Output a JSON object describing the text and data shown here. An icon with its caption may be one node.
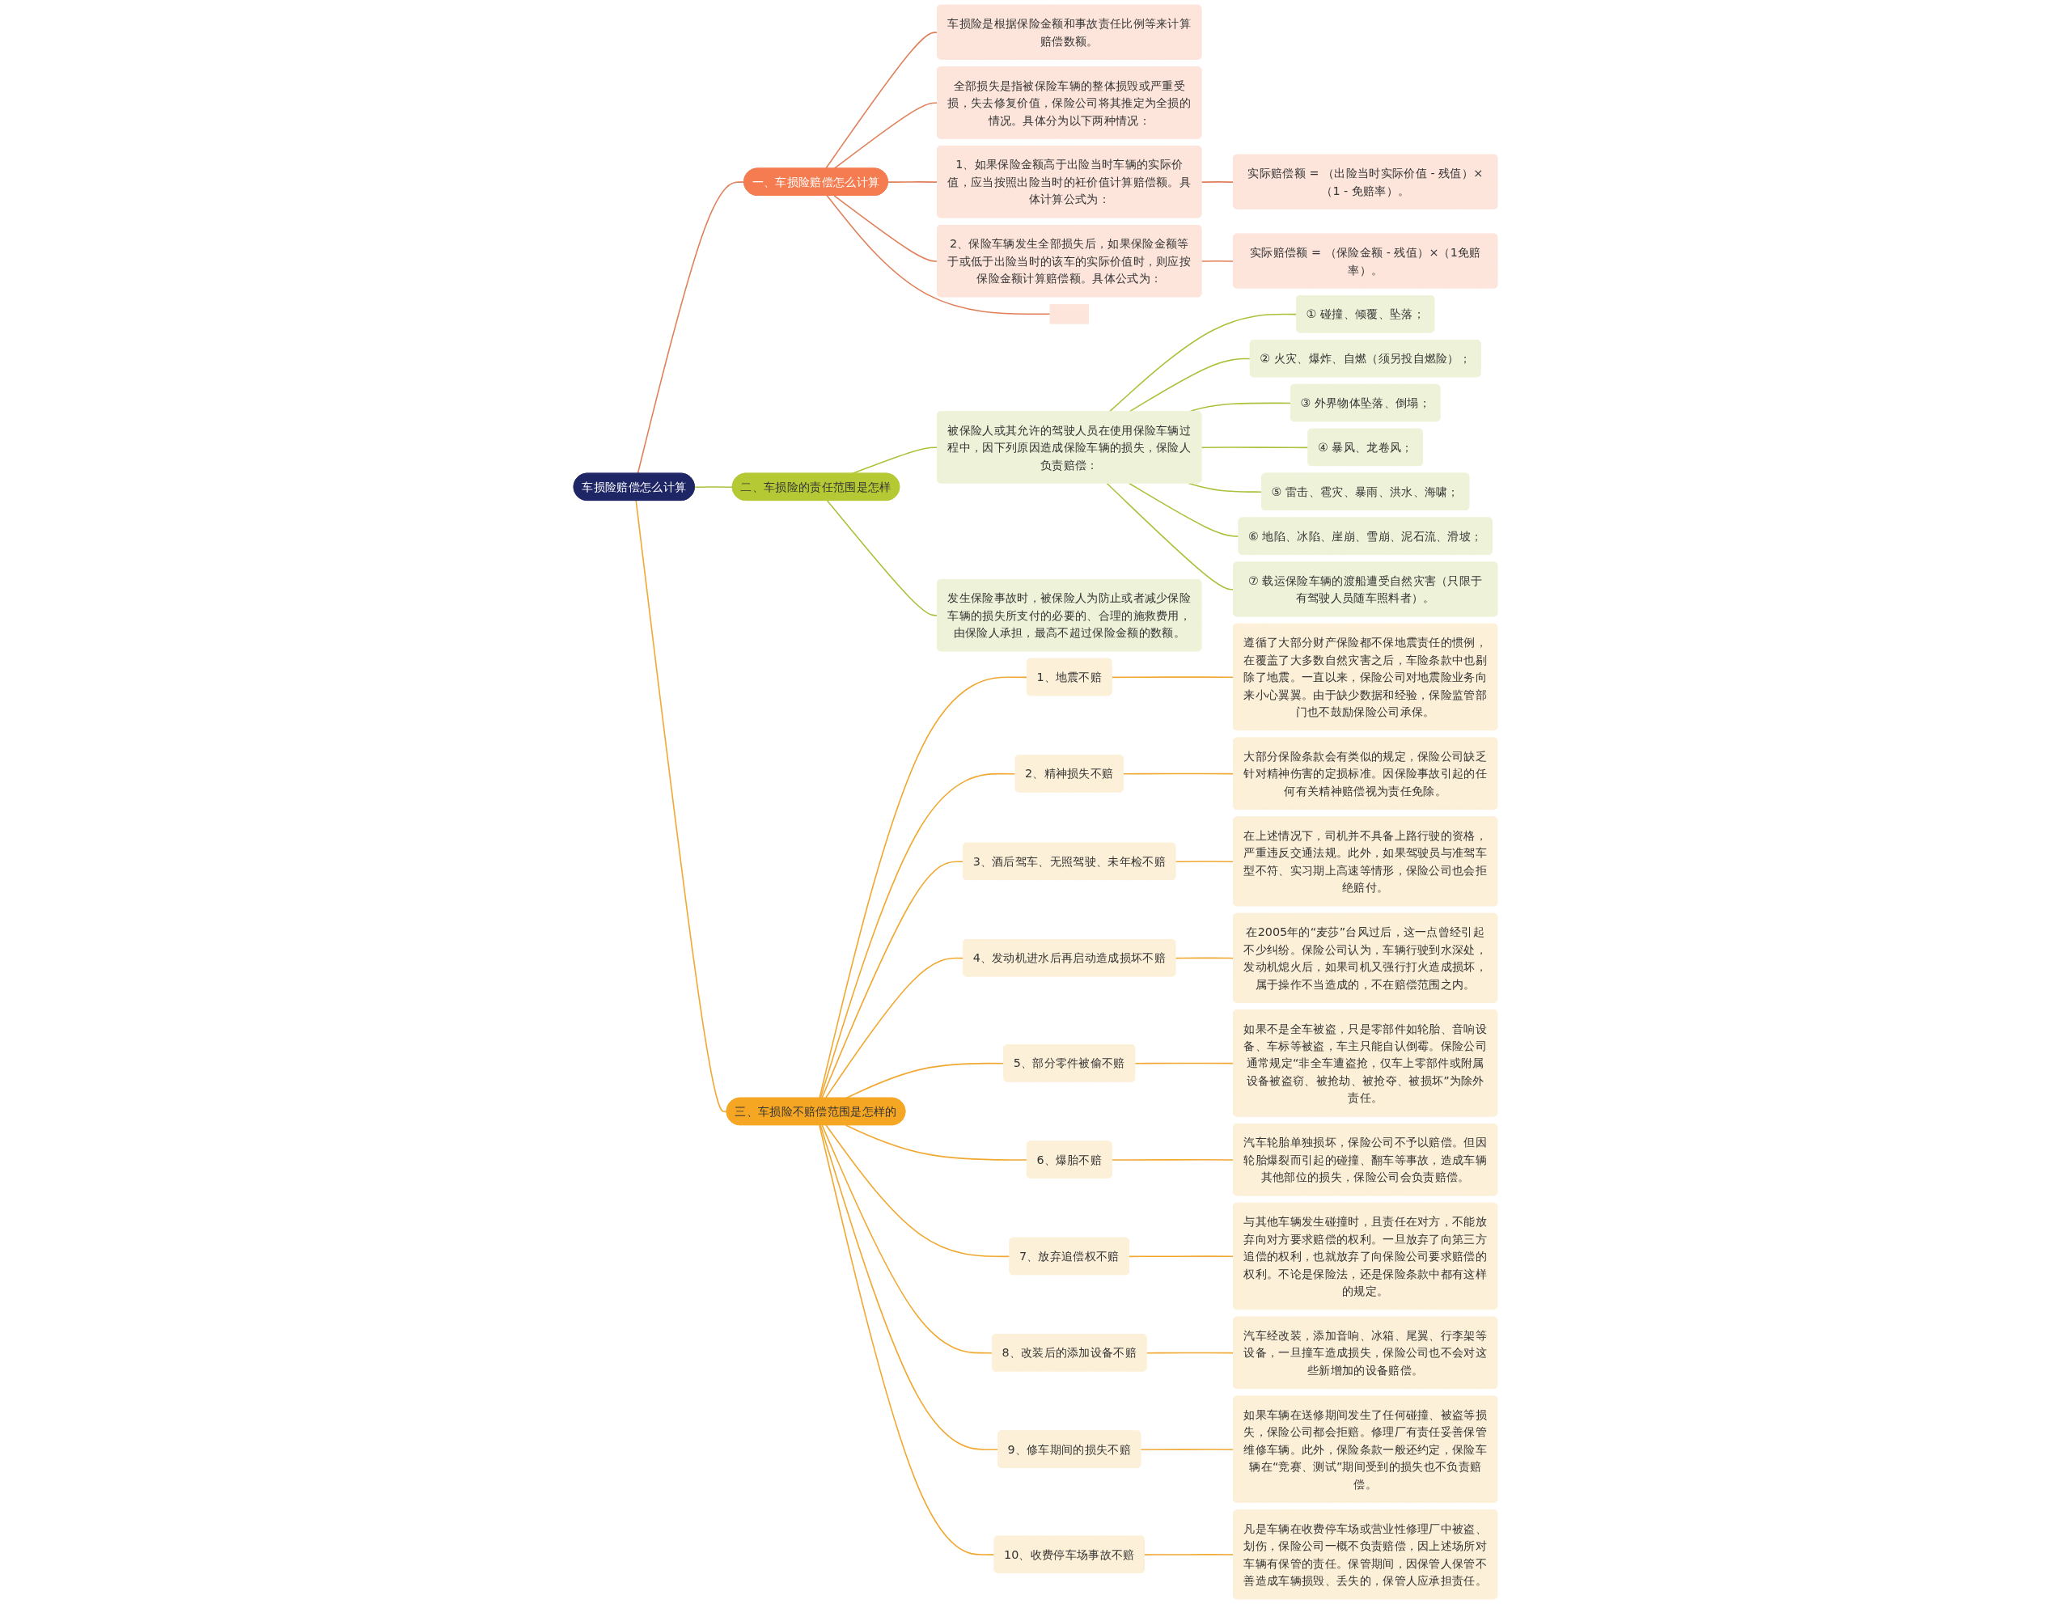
{
  "diagram": {
    "nodes": [
      {
        "text": [
          "车损险赔偿怎么计算"
        ]
      },
      {
        "text": [
          "一、车损险赔偿怎么计算"
        ]
      },
      {
        "text": [
          "车损险是根据保险金额和事故责任比例等来计算赔偿数额。"
        ]
      },
      {
        "text": [
          "全部损失是指被保险车辆的整体损毁或严重受损，失去修复价值，保险公司将其推定为全损的情况。具体分为以下两种情况："
        ]
      },
      {
        "text": [
          "1、如果保险金额高于出险当时车辆的实际价值，应当按照出险当时的衽价值计算赔偿额。具体计算公式为："
        ]
      },
      {
        "text": [
          "实际赔偿额 = （出险当时实际价值 - 残值）×（1 - 免赔率）。"
        ]
      },
      {
        "text": [
          "2、保险车辆发生全部损失后，如果保险金额等于或低于出险当时的该车的实际价值时，则应按保险金额计算赔偿额。具体公式为："
        ]
      },
      {
        "text": [
          "实际赔偿额 = （保险金额 - 残值）×（1免赔率）。"
        ]
      },
      {
        "text": [],
        "shape": "box"
      },
      {
        "text": [
          "二、车损险的责任范围是怎样"
        ]
      },
      {
        "text": [
          "被保险人或其允许的驾驶人员在使用保险车辆过程中，因下列原因造成保险车辆的损失，保险人负责赔偿："
        ]
      },
      {
        "text": [
          "① 碰撞、倾覆、坠落；"
        ]
      },
      {
        "text": [
          "② 火灾、爆炸、自燃（须另投自燃险）；"
        ]
      },
      {
        "text": [
          "③ 外界物体坠落、倒塌；"
        ]
      },
      {
        "text": [
          "④ 暴风、龙卷风；"
        ]
      },
      {
        "text": [
          "⑤ 雷击、雹灾、暴雨、洪水、海啸；"
        ]
      },
      {
        "text": [
          "⑥ 地陷、冰陷、崖崩、雪崩、泥石流、滑坡；"
        ]
      },
      {
        "text": [
          "⑦ 载运保险车辆的渡船遭受自然灾害（只限于有驾驶人员随车照料者）。"
        ]
      },
      {
        "text": [
          "发生保险事故时，被保险人为防止或者减少保险车辆的损失所支付的必要的、合理的施救费用，由保险人承担，最高不超过保险金额的数额。"
        ]
      },
      {
        "text": [
          "三、车损险不赔偿范围是怎样的"
        ]
      },
      {
        "text": [
          "1、地震不赔"
        ]
      },
      {
        "text": [
          "遵循了大部分财产保险都不保地震责任的惯例，在覆盖了大多数自然灾害之后，车险条款中也剔除了地震。一直以来，保险公司对地震险业务向来小心翼翼。由于缺少数据和经验，保险监管部门也不鼓励保险公司承保。"
        ]
      },
      {
        "text": [
          "2、精神损失不赔"
        ]
      },
      {
        "text": [
          "大部分保险条款会有类似的规定，保险公司缺乏针对精神伤害的定损标准。因保险事故引起的任何有关精神赔偿视为责任免除。"
        ]
      },
      {
        "text": [
          "3、酒后驾车、无照驾驶、未年检不赔"
        ]
      },
      {
        "text": [
          "在上述情况下，司机并不具备上路行驶的资格，严重违反交通法规。此外，如果驾驶员与准驾车型不符、实习期上高速等情形，保险公司也会拒绝赔付。"
        ]
      },
      {
        "text": [
          "4、发动机进水后再启动造成损坏不赔"
        ]
      },
      {
        "text": [
          "在2005年的“麦莎”台风过后，这一点曾经引起不少纠纷。保险公司认为，车辆行驶到水深处，发动机熄火后，如果司机又强行打火造成损坏，属于操作不当造成的，不在赔偿范围之内。"
        ]
      },
      {
        "text": [
          "5、部分零件被偷不赔"
        ]
      },
      {
        "text": [
          "如果不是全车被盗，只是零部件如轮胎、音响设备、车标等被盗，车主只能自认倒霉。保险公司通常规定“非全车遭盗抢，仅车上零部件或附属设备被盗窃、被抢劫、被抢夺、被损坏”为除外责任。"
        ]
      },
      {
        "text": [
          "6、爆胎不赔"
        ]
      },
      {
        "text": [
          "汽车轮胎单独损坏，保险公司不予以赔偿。但因轮胎爆裂而引起的碰撞、翻车等事故，造成车辆其他部位的损失，保险公司会负责赔偿。"
        ]
      },
      {
        "text": [
          "7、放弃追偿权不赔"
        ]
      },
      {
        "text": [
          "与其他车辆发生碰撞时，且责任在对方，不能放弃向对方要求赔偿的权利。一旦放弃了向第三方追偿的权利，也就放弃了向保险公司要求赔偿的权利。不论是保险法，还是保险条款中都有这样的规定。"
        ]
      },
      {
        "text": [
          "8、改装后的添加设备不赔"
        ]
      },
      {
        "text": [
          "汽车经改装，添加音响、冰箱、尾翼、行李架等设备，一旦撞车造成损失，保险公司也不会对这些新增加的设备赔偿。"
        ]
      },
      {
        "text": [
          "9、修车期间的损失不赔"
        ]
      },
      {
        "text": [
          "如果车辆在送修期间发生了任何碰撞、被盗等损失，保险公司都会拒赔。修理厂有责任妥善保管维修车辆。此外，保险条款一般还约定，保险车辆在“竞赛、测试”期间受到的损失也不负责赔偿。"
        ]
      },
      {
        "text": [
          "10、收费停车场事故不赔"
        ]
      },
      {
        "text": [
          "凡是车辆在收费停车场或营业性修理厂中被盗、划伤，保险公司一概不负责赔偿，因上述场所对车辆有保管的责任。保管期间，因保管人保管不善造成车辆损毁、丢失的，保管人应承担责任。"
        ]
      }
    ],
    "edges": [
      {
        "from": 0,
        "to": 1,
        "arrow": "none",
        "color": "#e0805a"
      },
      {
        "from": 1,
        "to": 2,
        "arrow": "none",
        "color": "#e0805a"
      },
      {
        "from": 1,
        "to": 3,
        "arrow": "none",
        "color": "#e0805a"
      },
      {
        "from": 1,
        "to": 4,
        "arrow": "none",
        "color": "#e0805a"
      },
      {
        "from": 4,
        "to": 5,
        "arrow": "none",
        "color": "#e0805a"
      },
      {
        "from": 1,
        "to": 6,
        "arrow": "none",
        "color": "#e0805a"
      },
      {
        "from": 6,
        "to": 7,
        "arrow": "none",
        "color": "#e0805a"
      },
      {
        "from": 1,
        "to": 8,
        "arrow": "none",
        "color": "#e0805a"
      },
      {
        "from": 0,
        "to": 9,
        "arrow": "none",
        "color": "#a9c23a"
      },
      {
        "from": 9,
        "to": 10,
        "arrow": "none",
        "color": "#a9c23a"
      },
      {
        "from": 10,
        "to": 11,
        "arrow": "none",
        "color": "#a9c23a"
      },
      {
        "from": 10,
        "to": 12,
        "arrow": "none",
        "color": "#a9c23a"
      },
      {
        "from": 10,
        "to": 13,
        "arrow": "none",
        "color": "#a9c23a"
      },
      {
        "from": 10,
        "to": 14,
        "arrow": "none",
        "color": "#a9c23a"
      },
      {
        "from": 10,
        "to": 15,
        "arrow": "none",
        "color": "#a9c23a"
      },
      {
        "from": 10,
        "to": 16,
        "arrow": "none",
        "color": "#a9c23a"
      },
      {
        "from": 10,
        "to": 17,
        "arrow": "none",
        "color": "#a9c23a"
      },
      {
        "from": 9,
        "to": 18,
        "arrow": "none",
        "color": "#a9c23a"
      },
      {
        "from": 0,
        "to": 19,
        "arrow": "none"
      },
      {
        "from": 19,
        "to": 20,
        "arrow": "none"
      },
      {
        "from": 20,
        "to": 21,
        "arrow": "none"
      },
      {
        "from": 19,
        "to": 22,
        "arrow": "none"
      },
      {
        "from": 22,
        "to": 23,
        "arrow": "none"
      },
      {
        "from": 19,
        "to": 24,
        "arrow": "none"
      },
      {
        "from": 24,
        "to": 25,
        "arrow": "none"
      },
      {
        "from": 19,
        "to": 26,
        "arrow": "none"
      },
      {
        "from": 26,
        "to": 27,
        "arrow": "none"
      },
      {
        "from": 19,
        "to": 28,
        "arrow": "none"
      },
      {
        "from": 28,
        "to": 29,
        "arrow": "none"
      },
      {
        "from": 19,
        "to": 30,
        "arrow": "none"
      },
      {
        "from": 30,
        "to": 31,
        "arrow": "none"
      },
      {
        "from": 19,
        "to": 32,
        "arrow": "none"
      },
      {
        "from": 32,
        "to": 33,
        "arrow": "none"
      },
      {
        "from": 19,
        "to": 34,
        "arrow": "none"
      },
      {
        "from": 34,
        "to": 35,
        "arrow": "none"
      },
      {
        "from": 19,
        "to": 36,
        "arrow": "none"
      },
      {
        "from": 36,
        "to": 37,
        "arrow": "none"
      },
      {
        "from": 19,
        "to": 38,
        "arrow": "none"
      },
      {
        "from": 38,
        "to": 39,
        "arrow": "none"
      }
    ]
  }
}
